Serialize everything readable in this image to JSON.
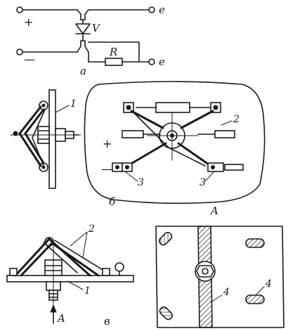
{
  "schematic": {
    "plus": "+",
    "minus": "—",
    "diode_label": "V",
    "resistor_label": "R",
    "terminal_top": "e",
    "terminal_bottom": "e",
    "caption": "a"
  },
  "view_b": {
    "caption": "б",
    "view_label": "A",
    "callout_1": "1",
    "callout_2": "2",
    "callout_3a": "3",
    "callout_3b": "3",
    "plus": "+",
    "minus": "—"
  },
  "view_v": {
    "caption": "в",
    "callout_1": "1",
    "callout_2": "2",
    "arrow_label": "A"
  },
  "view_a": {
    "callout_4a": "4",
    "callout_4b": "4"
  }
}
